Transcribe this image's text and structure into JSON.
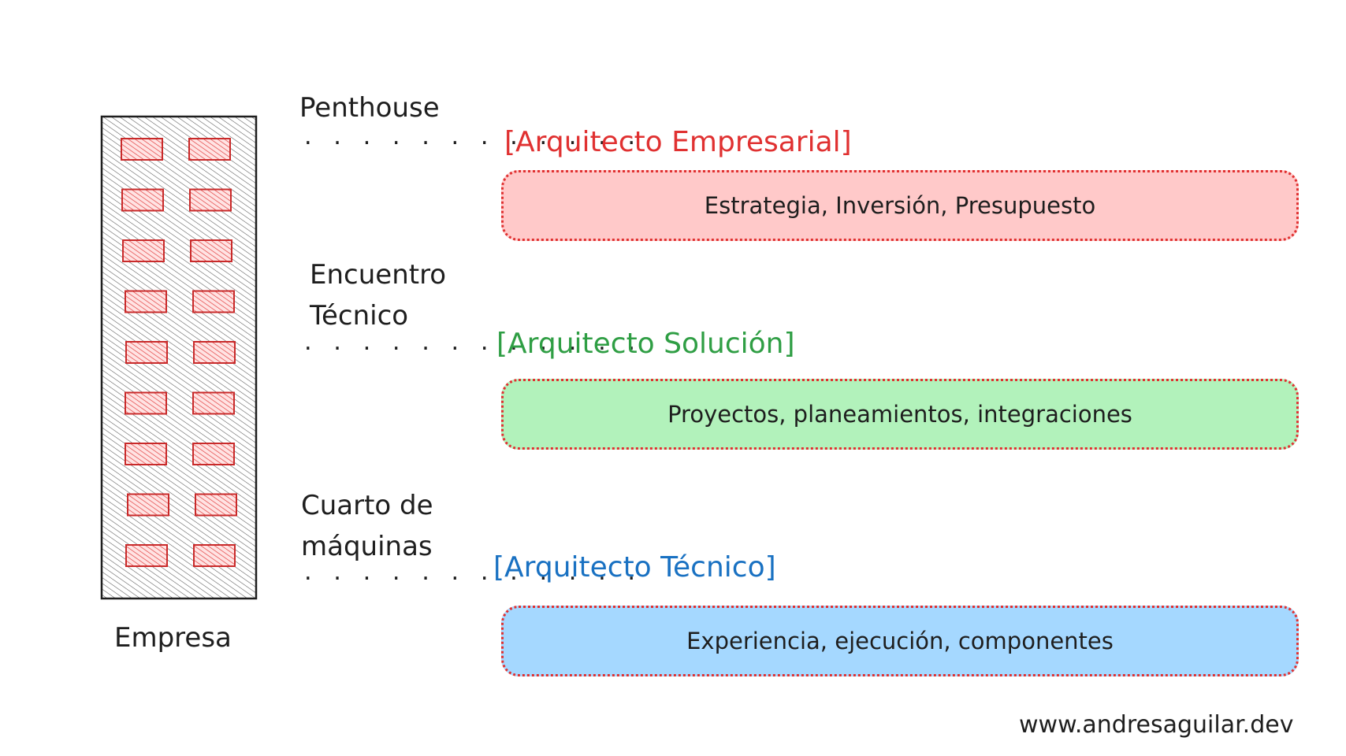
{
  "building": {
    "label": "Empresa",
    "window_rows": 9,
    "window_cols": 2
  },
  "floors": [
    {
      "label_lines": [
        "Penthouse"
      ],
      "dots": ". . . . . . . . . . . .",
      "role_title": "[Arquitecto Empresarial]",
      "role_color": "#e03131",
      "box_text": "Estrategia, Inversión, Presupuesto",
      "box_fill": "#ffc9c9"
    },
    {
      "label_lines": [
        "Encuentro",
        "Técnico"
      ],
      "dots": ". . . . . . . . . . . .",
      "role_title": "[Arquitecto Solución]",
      "role_color": "#2f9e44",
      "box_text": "Proyectos, planeamientos, integraciones",
      "box_fill": "#b2f2bb"
    },
    {
      "label_lines": [
        "Cuarto de",
        "máquinas"
      ],
      "dots": ". . . . . . . . . . . .",
      "role_title": "[Arquitecto Técnico]",
      "role_color": "#1971c2",
      "box_text": "Experiencia, ejecución, componentes",
      "box_fill": "#a5d8ff"
    }
  ],
  "colors": {
    "box_border": "#e03131",
    "window_fill": "#ffc9c9",
    "window_stroke": "#c92a2a",
    "ink": "#1e1e1e"
  },
  "footer": {
    "url": "www.andresaguilar.dev"
  }
}
